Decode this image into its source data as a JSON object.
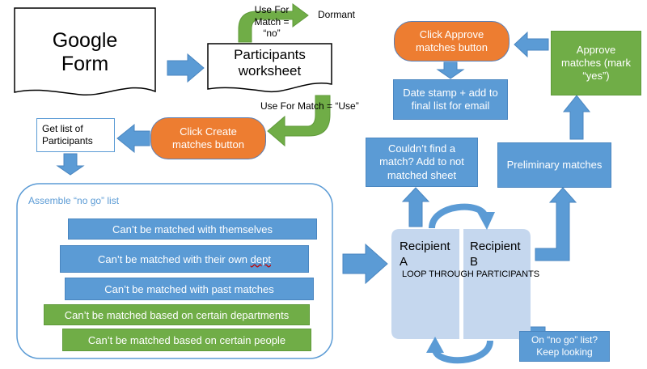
{
  "form": {
    "line1": "Google",
    "line2": "Form"
  },
  "worksheet": {
    "line1": "Participants",
    "line2": "worksheet"
  },
  "use_for_match_no": {
    "line1": "Use For",
    "line2": "Match =",
    "line3": "“no”"
  },
  "dormant": "Dormant",
  "use_for_match_use": "Use For Match = “Use”",
  "get_list": {
    "line1": "Get list of",
    "line2": "Participants"
  },
  "create_button": {
    "line1": "Click Create",
    "line2": "matches button"
  },
  "assemble": {
    "title": "Assemble “no go” list",
    "items": [
      {
        "pre": "Can’t be matched with themselves",
        "flag": "",
        "post": ""
      },
      {
        "pre": "Can’t be matched with their own ",
        "flag": "dept",
        "post": ""
      },
      {
        "pre": "Can’t be matched with past matches",
        "flag": "",
        "post": ""
      },
      {
        "pre": "Can’t be matched based on certain departments",
        "flag": "",
        "post": ""
      },
      {
        "pre": "Can’t be matched based on certain people",
        "flag": "",
        "post": ""
      }
    ]
  },
  "recipient_a": {
    "line1": "Recipient",
    "line2": "A"
  },
  "recipient_b": {
    "line1": "Recipient",
    "line2": "B"
  },
  "loop_label": "LOOP THROUGH PARTICIPANTS",
  "no_go_check": {
    "line1": "On “no go” list?",
    "line2": "Keep looking"
  },
  "couldnt_find": {
    "line1": "Couldn’t find a",
    "line2": "match? Add to not",
    "line3": "matched sheet"
  },
  "preliminary": "Preliminary matches",
  "approve_yes": {
    "line1": "Approve",
    "line2": "matches (mark",
    "line3": "“yes”)"
  },
  "approve_button": {
    "line1": "Click Approve",
    "line2": "matches button"
  },
  "date_stamp": {
    "line1": "Date stamp + add to",
    "line2": "final list for email"
  },
  "colors": {
    "blue": "#5b9bd5",
    "green": "#70ad47",
    "orange": "#ed7d31",
    "loop_panel": "#c5d7ee"
  }
}
